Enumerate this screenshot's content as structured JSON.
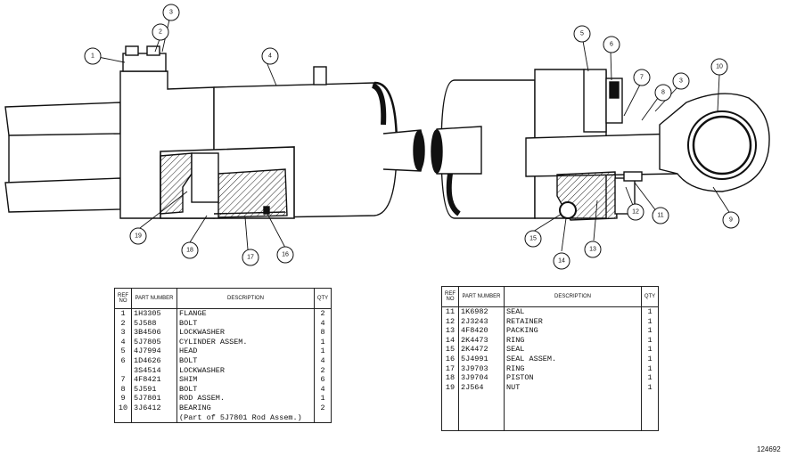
{
  "callouts": [
    "1",
    "2",
    "3",
    "4",
    "5",
    "6",
    "7",
    "8",
    "3",
    "10",
    "9",
    "11",
    "12",
    "13",
    "14",
    "15",
    "16",
    "17",
    "18",
    "19"
  ],
  "left_table": {
    "headers": {
      "ref": "REF NO",
      "part": "PART NUMBER",
      "description": "DESCRIPTION",
      "qty": "QTY"
    },
    "rows": [
      {
        "ref": "1",
        "part": "1H3305",
        "description": "FLANGE",
        "qty": "2"
      },
      {
        "ref": "2",
        "part": "5J588",
        "description": "BOLT",
        "qty": "4"
      },
      {
        "ref": "3",
        "part": "3B4506",
        "description": "LOCKWASHER",
        "qty": "8"
      },
      {
        "ref": "4",
        "part": "5J7805",
        "description": "CYLINDER ASSEM.",
        "qty": "1"
      },
      {
        "ref": "5",
        "part": "4J7994",
        "description": "HEAD",
        "qty": "1"
      },
      {
        "ref": "6",
        "part": "1D4626",
        "description": "BOLT",
        "qty": "4"
      },
      {
        "ref": "",
        "part": "3S4514",
        "description": "LOCKWASHER",
        "qty": "2"
      },
      {
        "ref": "7",
        "part": "4F8421",
        "description": "SHIM",
        "qty": "6"
      },
      {
        "ref": "8",
        "part": "5J591",
        "description": "BOLT",
        "qty": "4"
      },
      {
        "ref": "9",
        "part": "5J7801",
        "description": "ROD ASSEM.",
        "qty": "1"
      },
      {
        "ref": "10",
        "part": "3J6412",
        "description": "BEARING",
        "qty": "2"
      },
      {
        "ref": "",
        "part": "",
        "description": "(Part of 5J7801 Rod Assem.)",
        "qty": ""
      }
    ]
  },
  "right_table": {
    "headers": {
      "ref": "REF NO",
      "part": "PART NUMBER",
      "description": "DESCRIPTION",
      "qty": "QTY"
    },
    "rows": [
      {
        "ref": "11",
        "part": "1K6982",
        "description": "SEAL",
        "qty": "1"
      },
      {
        "ref": "12",
        "part": "2J3243",
        "description": "RETAINER",
        "qty": "1"
      },
      {
        "ref": "13",
        "part": "4F8420",
        "description": "PACKING",
        "qty": "1"
      },
      {
        "ref": "14",
        "part": "2K4473",
        "description": "RING",
        "qty": "1"
      },
      {
        "ref": "15",
        "part": "2K4472",
        "description": "SEAL",
        "qty": "1"
      },
      {
        "ref": "16",
        "part": "5J4991",
        "description": "SEAL ASSEM.",
        "qty": "1"
      },
      {
        "ref": "17",
        "part": "3J9703",
        "description": "RING",
        "qty": "1"
      },
      {
        "ref": "18",
        "part": "3J9704",
        "description": "PISTON",
        "qty": "1"
      },
      {
        "ref": "19",
        "part": "2J564",
        "description": "NUT",
        "qty": "1"
      },
      {
        "ref": "",
        "part": "",
        "description": "",
        "qty": ""
      },
      {
        "ref": "",
        "part": "",
        "description": "",
        "qty": ""
      },
      {
        "ref": "",
        "part": "",
        "description": "",
        "qty": ""
      },
      {
        "ref": "",
        "part": "",
        "description": "",
        "qty": ""
      }
    ]
  },
  "figure_number": "124692"
}
